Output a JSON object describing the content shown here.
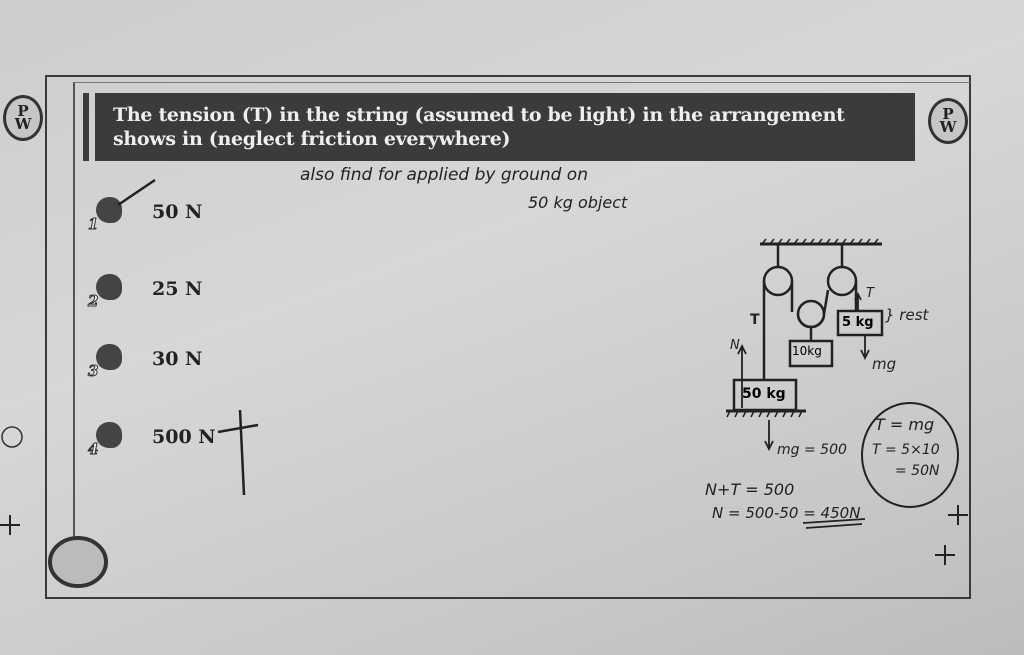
{
  "question": {
    "badge_left": "P\nW",
    "badge_right": "P\nW",
    "text_line1": "The tension (T) in the string (assumed to be light) in the arrangement",
    "text_line2": "shows in (neglect friction everywhere)"
  },
  "options": [
    {
      "number": "1",
      "label": "50 N"
    },
    {
      "number": "2",
      "label": "25 N"
    },
    {
      "number": "3",
      "label": "30 N"
    },
    {
      "number": "4",
      "label": "500 N"
    }
  ],
  "handwriting": {
    "note_line1": "also find  for applied by ground on",
    "note_line2": "50 kg object",
    "rest": "} rest",
    "eq1": "N+T = 500",
    "eq2": "N = 500-50 = 450N",
    "circle_eq1": "T = mg",
    "circle_eq2": "T = 5×10",
    "circle_eq3": "= 50N",
    "mg_500": "mg = 500",
    "mg": "mg",
    "T_left": "T",
    "T_right": "T",
    "N": "N"
  },
  "diagram": {
    "block_50": "50 kg",
    "block_10": "10kg",
    "block_5": "5 kg"
  }
}
